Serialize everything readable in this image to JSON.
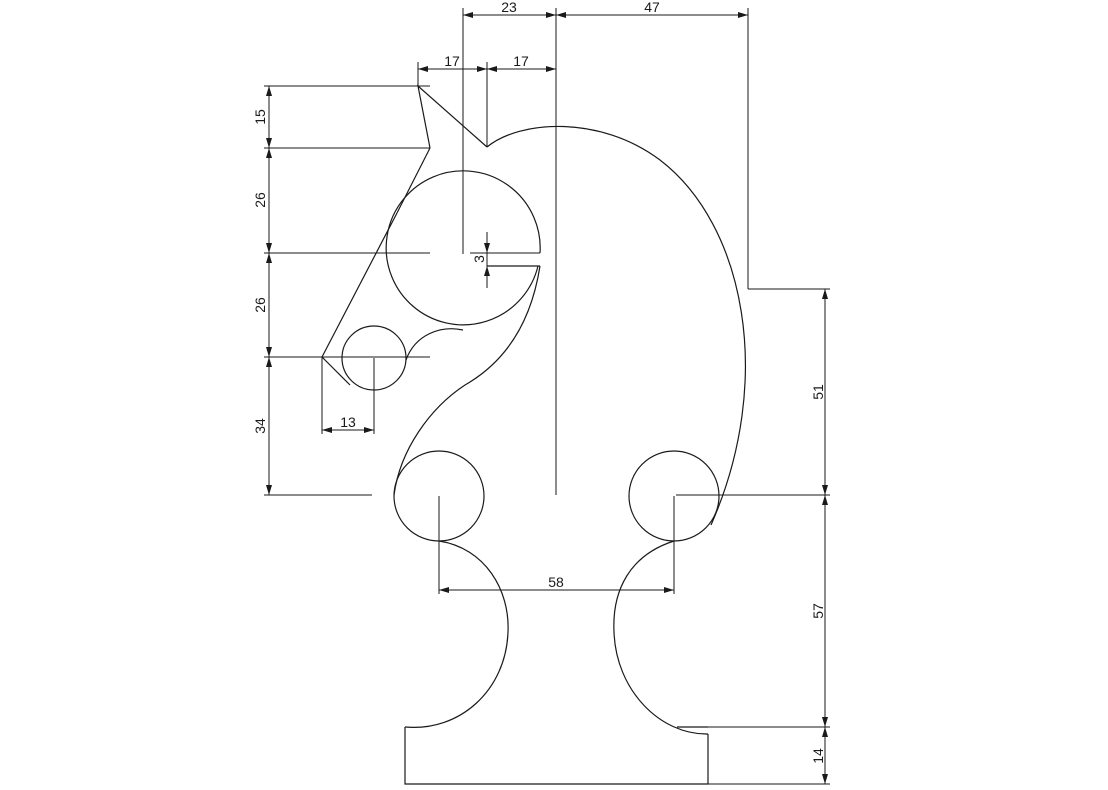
{
  "dimensions": {
    "top_23": "23",
    "top_47": "47",
    "ear_17_left": "17",
    "ear_17_right": "17",
    "left_15": "15",
    "left_26_upper": "26",
    "left_26_lower": "26",
    "left_34": "34",
    "nose_13": "13",
    "eye_3": "3",
    "right_51": "51",
    "right_57": "57",
    "right_14": "14",
    "base_58": "58"
  }
}
